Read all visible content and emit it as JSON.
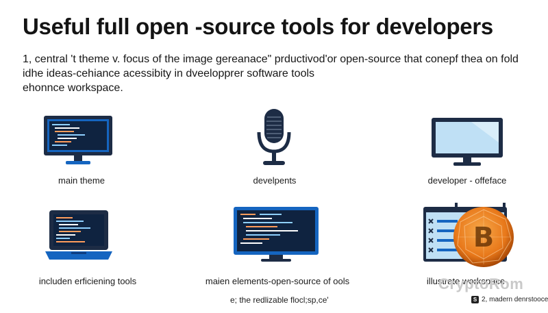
{
  "title": "Useful full open -source tools for developers",
  "intro": {
    "line1": "1, central 't theme v. focus of the image gereanace\" prductivod'or open-source  that conepf thea on fold",
    "line2": "idhe ideas-cehiance acessibity in dveelopprer software tools",
    "line3": "ehonnce workspace."
  },
  "items": [
    {
      "caption": "main theme",
      "icon": "monitor-code-icon"
    },
    {
      "caption": "develpents",
      "icon": "microphone-icon"
    },
    {
      "caption": "developer - offeface",
      "icon": "monitor-blank-icon"
    },
    {
      "caption": "includen erficiening tools",
      "icon": "laptop-code-icon"
    },
    {
      "caption": "maien elements-open-source of ools",
      "icon": "screen-code-icon"
    },
    {
      "caption": "illustrate workspace",
      "icon": "window-checklist-icon"
    }
  ],
  "footer_caption": "e; the redlizable flocl;sp,ce'",
  "watermark": "CryptoRom",
  "corner_label": "2, madern denrstooce",
  "corner_mark": "S",
  "badge_symbol": "B",
  "colors": {
    "dark": "#1d2c45",
    "blue": "#1565c0",
    "light_blue": "#bfe0f5",
    "badge_orange": "#e8781a"
  }
}
